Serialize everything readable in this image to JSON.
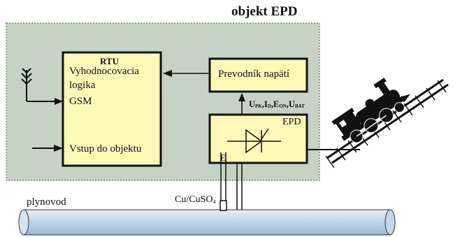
{
  "title": "objekt EPD",
  "rtu": {
    "heading": "RTU",
    "logic_line1": "Vyhodnocovacia",
    "logic_line2": "logika",
    "gsm": "GSM",
    "input": "Vstup do objektu"
  },
  "converter": {
    "label": "Prevodník napätí"
  },
  "measurements": [
    {
      "main": "U",
      "sub": "PK"
    },
    {
      "main": "I",
      "sub": "D"
    },
    {
      "main": "E",
      "sub": "ON"
    },
    {
      "main": "U",
      "sub": "BAT"
    }
  ],
  "epd": {
    "label": "EPD",
    "terminal": "E"
  },
  "electrode": {
    "main": "Cu/CuSO",
    "sub": "4"
  },
  "pipeline": {
    "label": "plynovod"
  },
  "colors": {
    "object_fill": "#c6d2c4",
    "box_fill": "#fff9b8",
    "pipe_fill": "#c3d8ea",
    "outline": "#111111"
  },
  "icons": [
    "antenna-icon",
    "diode-icon",
    "locomotive-icon"
  ]
}
